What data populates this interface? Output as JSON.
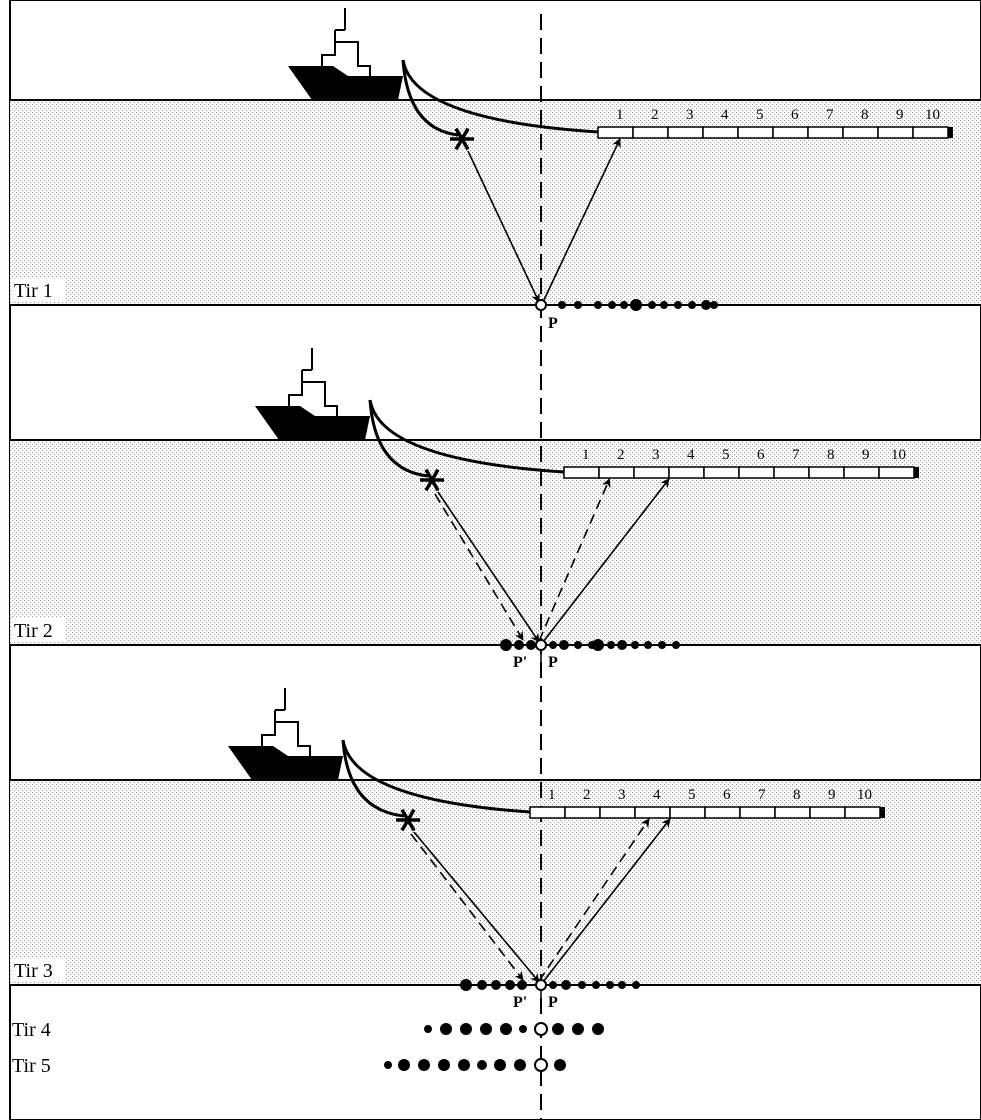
{
  "colors": {
    "ink": "#000000",
    "water": "#ededed",
    "paper": "#ffffff"
  },
  "panels": [
    {
      "label": "Tir 1",
      "point_labels": [
        "P"
      ]
    },
    {
      "label": "Tir 2",
      "point_labels": [
        "P'",
        "P"
      ]
    },
    {
      "label": "Tir 3",
      "point_labels": [
        "P'",
        "P"
      ]
    }
  ],
  "extra_shots": [
    {
      "label": "Tir 4"
    },
    {
      "label": "Tir 5"
    }
  ],
  "receivers": [
    "1",
    "2",
    "3",
    "4",
    "5",
    "6",
    "7",
    "8",
    "9",
    "10"
  ],
  "icons": {
    "vessel": "ship-icon",
    "source": "asterisk-source-icon",
    "midpoint": "open-circle-midpoint-icon"
  }
}
